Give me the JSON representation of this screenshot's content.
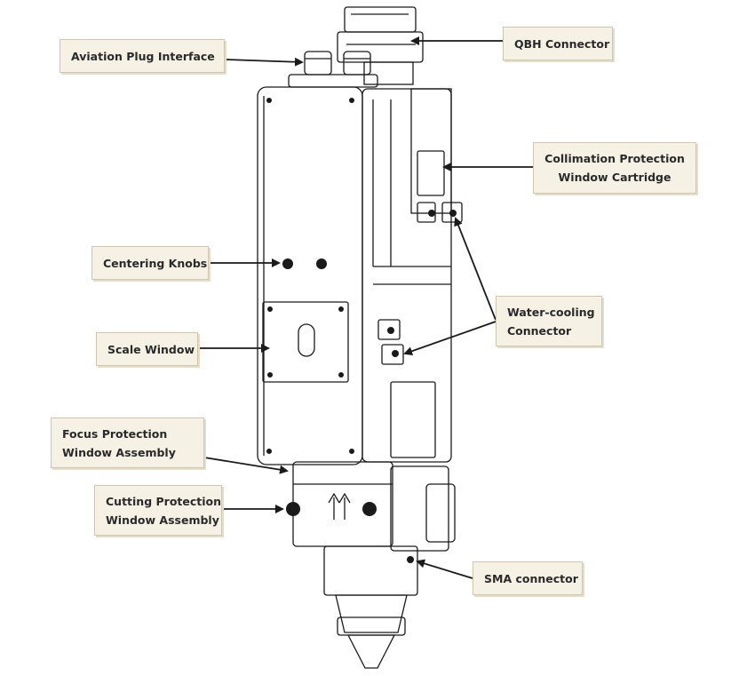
{
  "labels": {
    "aviation_plug": "Aviation Plug Interface",
    "qbh": "QBH Connector",
    "collimation_line1": "Collimation Protection",
    "collimation_line2": "Window Cartridge",
    "centering": "Centering Knobs",
    "water_line1": "Water-cooling",
    "water_line2": "Connector",
    "scale": "Scale Window",
    "focus_line1": "Focus Protection",
    "focus_line2": "Window Assembly",
    "cutting_line1": "Cutting Protection",
    "cutting_line2": "Window Assembly",
    "sma": "SMA connector"
  },
  "colors": {
    "line": "#1a1a1a",
    "callout_bg": "#f5f1e4",
    "callout_border": "#cfc6ad"
  }
}
